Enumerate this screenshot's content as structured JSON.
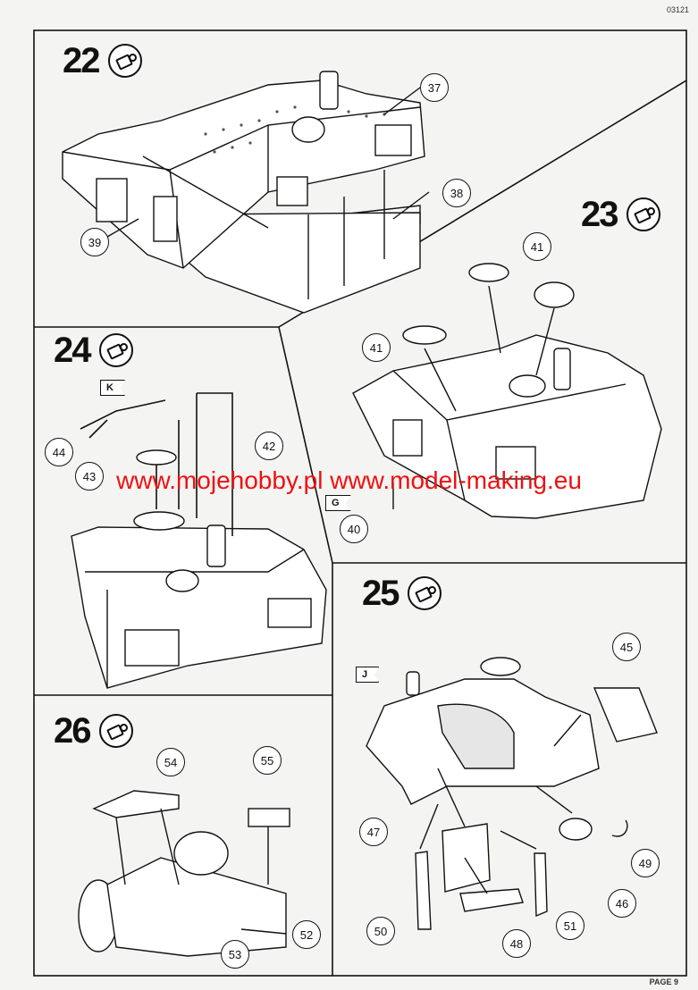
{
  "header": {
    "code": "03121"
  },
  "footer": {
    "page": "PAGE 9"
  },
  "watermark": {
    "text": "www.mojehobby.pl www.model-making.eu",
    "color": "#ee1111"
  },
  "steps": [
    {
      "number": "22",
      "icon": "glue-icon"
    },
    {
      "number": "23",
      "icon": "glue-icon"
    },
    {
      "number": "24",
      "icon": "glue-icon"
    },
    {
      "number": "25",
      "icon": "glue-icon"
    },
    {
      "number": "26",
      "icon": "glue-icon"
    }
  ],
  "parts": {
    "p37": "37",
    "p38": "38",
    "p39": "39",
    "p40": "40",
    "p41a": "41",
    "p41b": "41",
    "p42": "42",
    "p43": "43",
    "p44": "44",
    "p45": "45",
    "p46": "46",
    "p47": "47",
    "p48": "48",
    "p49": "49",
    "p50": "50",
    "p51": "51",
    "p52": "52",
    "p53": "53",
    "p54": "54",
    "p55": "55"
  },
  "flags": {
    "k": "K",
    "g": "G",
    "j": "J"
  }
}
